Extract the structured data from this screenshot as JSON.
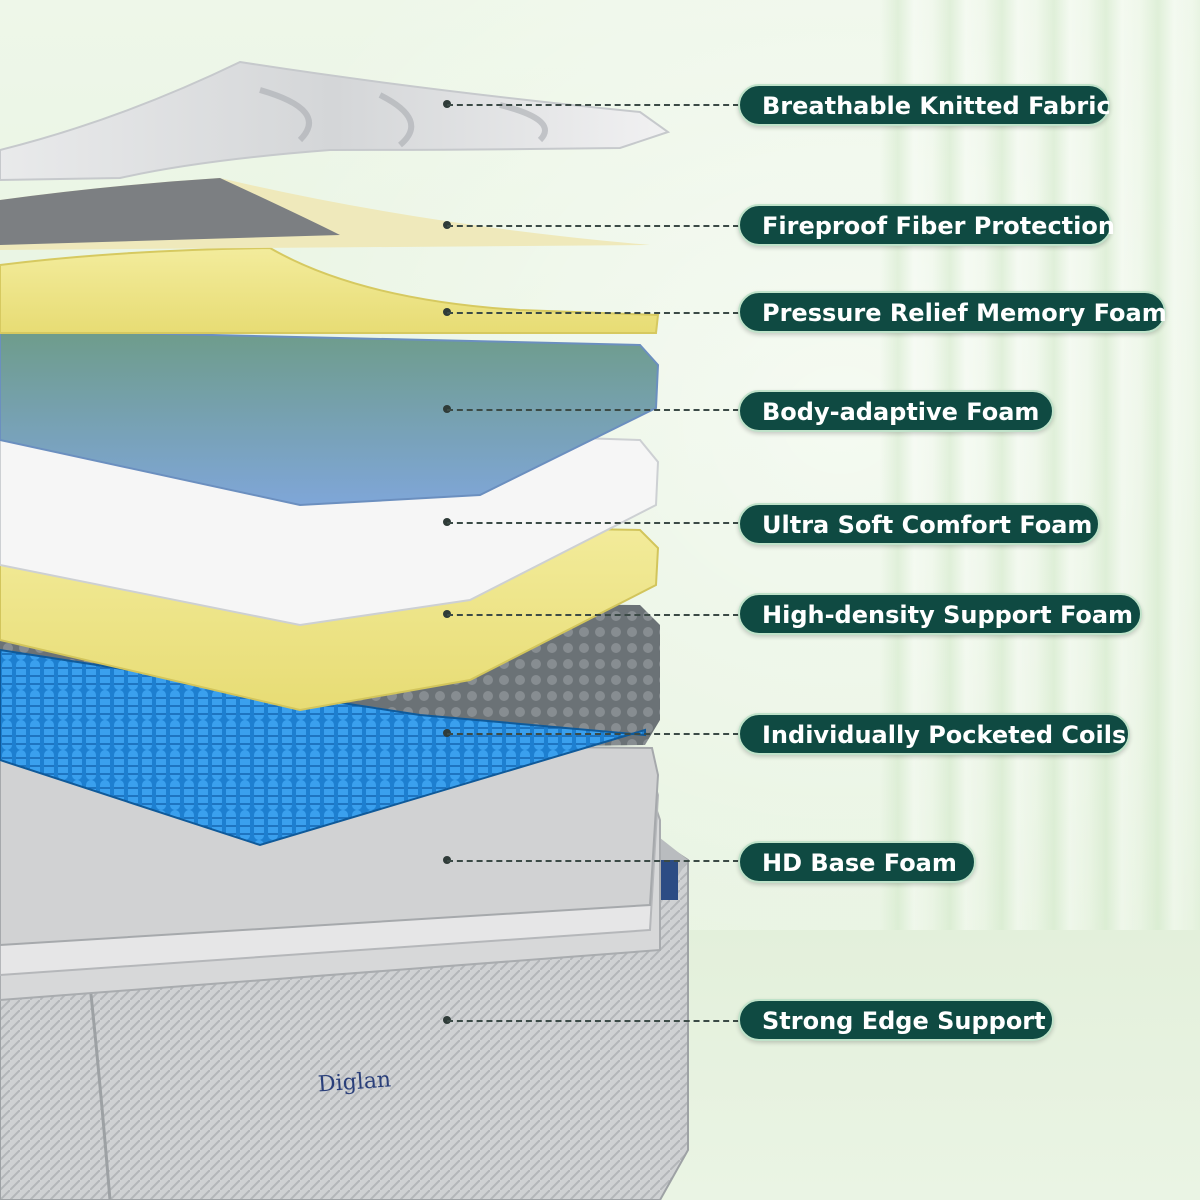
{
  "brand": "Diglan",
  "colors": {
    "label_bg": "#0f4a42",
    "label_border": "#bfe2c9",
    "label_text": "#ffffff"
  },
  "layers": [
    {
      "label": "Breathable Knitted Fabric"
    },
    {
      "label": "Fireproof Fiber Protection"
    },
    {
      "label": "Pressure Relief Memory Foam"
    },
    {
      "label": "Body-adaptive Foam"
    },
    {
      "label": "Ultra Soft Comfort Foam"
    },
    {
      "label": "High-density Support Foam"
    },
    {
      "label": "Individually Pocketed Coils"
    },
    {
      "label": "HD Base Foam"
    },
    {
      "label": "Strong Edge Support"
    }
  ]
}
